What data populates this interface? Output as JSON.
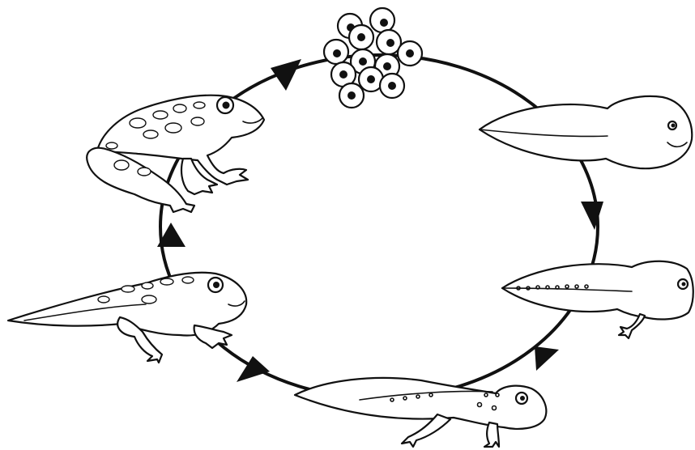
{
  "diagram": {
    "kind": "cycle",
    "stages": [
      {
        "id": "eggs",
        "icon": "frog-eggs-icon"
      },
      {
        "id": "tadpole",
        "icon": "tadpole-icon"
      },
      {
        "id": "tadpole-with-legs",
        "icon": "tadpole-with-hind-legs-icon"
      },
      {
        "id": "froglet-young",
        "icon": "young-froglet-icon"
      },
      {
        "id": "froglet",
        "icon": "froglet-with-tail-icon"
      },
      {
        "id": "adult-frog",
        "icon": "adult-frog-icon"
      }
    ],
    "direction": "clockwise",
    "colors": {
      "line": "#111111",
      "background": "#ffffff",
      "fill": "#ffffff"
    }
  }
}
